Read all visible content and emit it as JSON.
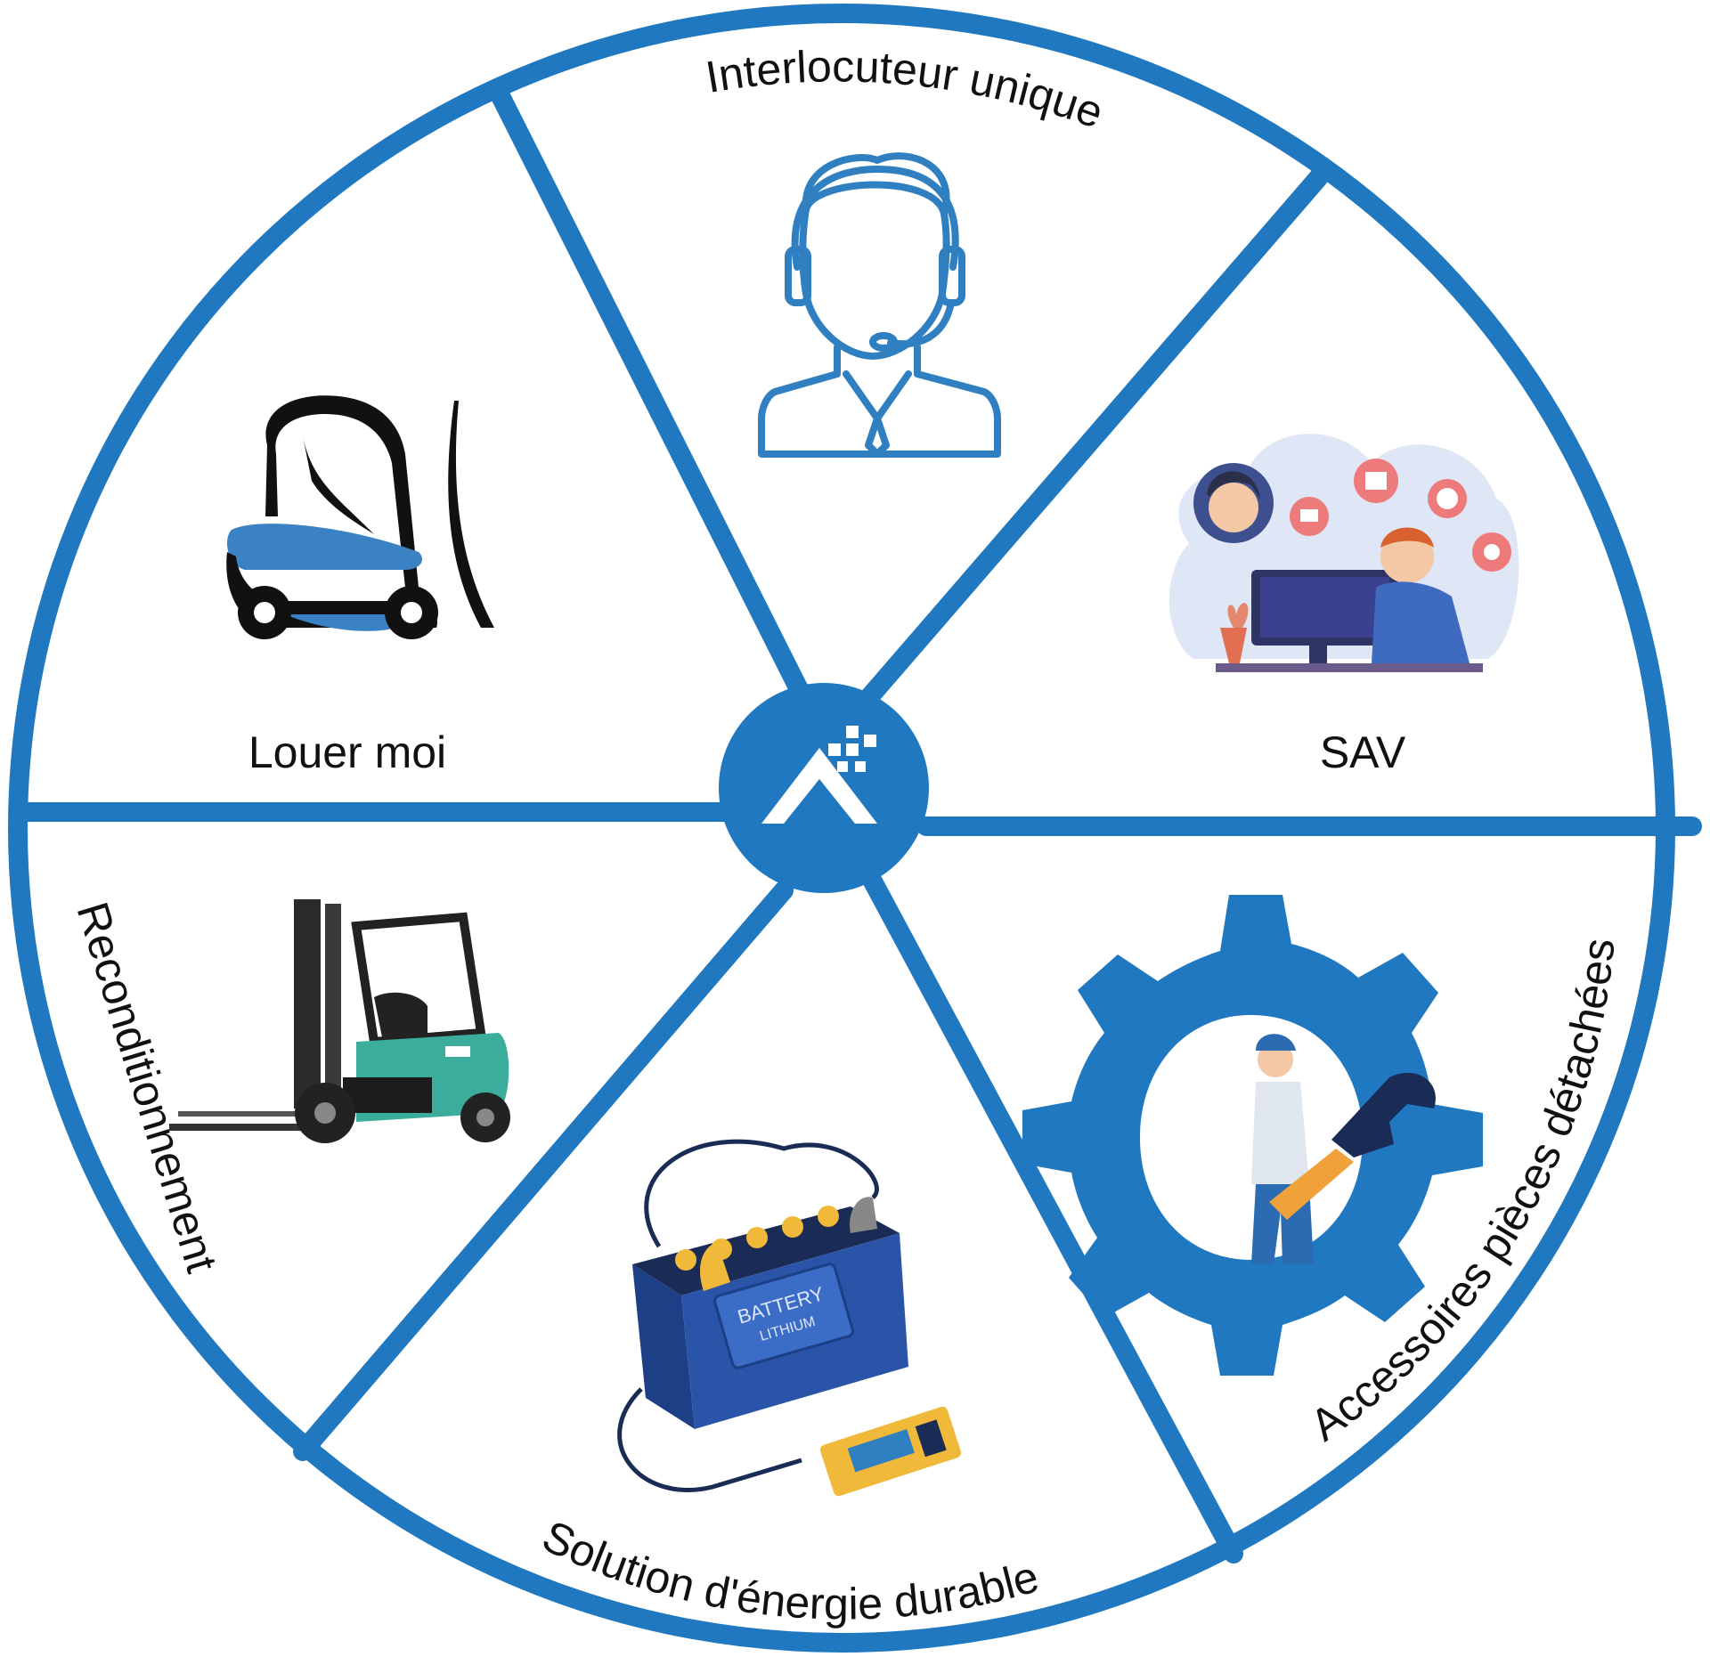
{
  "colors": {
    "ring": "#1f78c0",
    "background": "#ffffff",
    "label_text": "#111111",
    "icon_line": "#2f7fc1"
  },
  "segments": [
    {
      "key": "interlocuteur",
      "label": "Interlocuteur unique",
      "icon": "headset-agent-icon"
    },
    {
      "key": "sav",
      "label": "SAV",
      "icon": "customer-support-illustration"
    },
    {
      "key": "accessoires",
      "label": "Accessoires pièces détachées",
      "icon": "gear-mechanic-icon"
    },
    {
      "key": "energie",
      "label": "Solution d'énergie durable",
      "icon": "lithium-battery-icon"
    },
    {
      "key": "reconditionnement",
      "label": "Reconditionnement",
      "icon": "forklift-photo"
    },
    {
      "key": "louer",
      "label": "Louer moi",
      "icon": "forklift-logo-icon"
    }
  ],
  "battery": {
    "line1": "BATTERY",
    "line2": "LITHIUM"
  },
  "center": {
    "icon": "company-logo-icon"
  }
}
